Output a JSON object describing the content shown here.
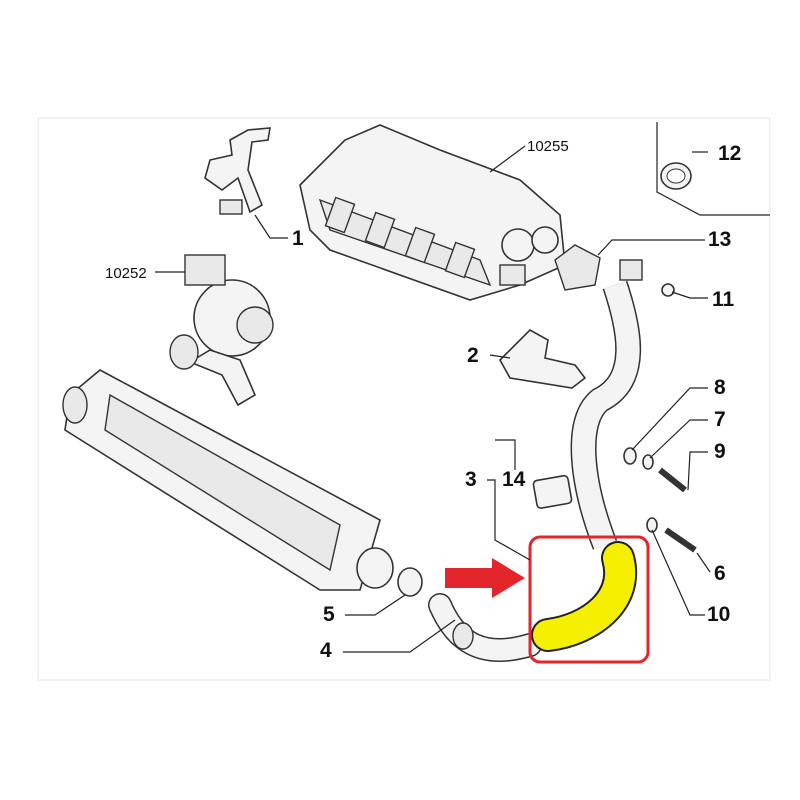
{
  "diagram": {
    "callouts": {
      "p10255": "10255",
      "p12": "12",
      "p1": "1",
      "p13": "13",
      "p10252": "10252",
      "p11": "11",
      "p2": "2",
      "p8": "8",
      "p7": "7",
      "p9": "9",
      "p3": "3",
      "p14": "14",
      "p6": "6",
      "p5": "5",
      "p10": "10",
      "p4": "4"
    },
    "colors": {
      "highlight": "#e3262b",
      "hose": "#f5f000"
    }
  }
}
